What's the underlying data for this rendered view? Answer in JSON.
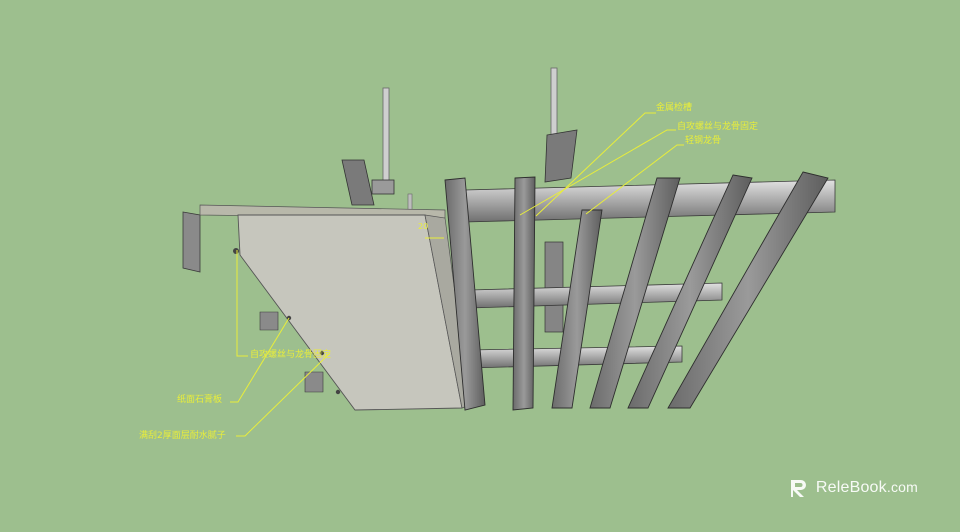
{
  "labels": {
    "metal_hanger": "金属检槽",
    "self_tapping_keel_top": "自攻螺丝与龙骨固定",
    "light_steel_keel": "轻钢龙骨",
    "dimension": "20",
    "self_tapping_keel_left": "自攻螺丝与龙骨固定",
    "gypsum_board": "纸面石膏板",
    "putty": "满刮2厚面层耐水腻子"
  },
  "watermark": {
    "brand": "ReleBook",
    "domain": ".com"
  },
  "colors": {
    "background": "#9dbf8e",
    "leader": "#e9ee3a",
    "metal": "#8c8c8c",
    "board": "#c9c9c0"
  },
  "icons": [
    "relebook-logo-icon"
  ]
}
